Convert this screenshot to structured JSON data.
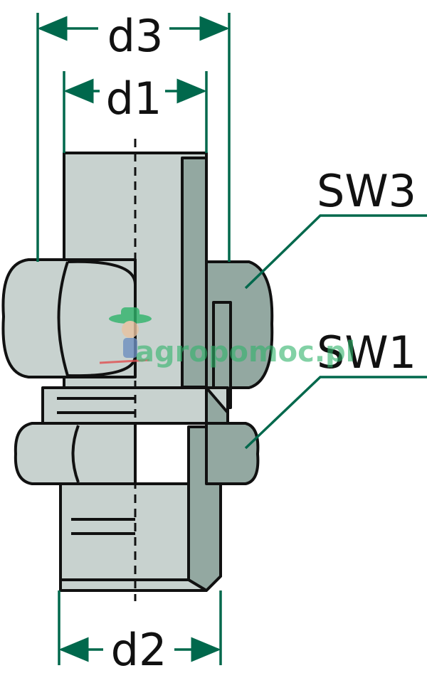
{
  "labels": {
    "d3": "d3",
    "d1": "d1",
    "d2": "d2",
    "sw3": "SW3",
    "sw1": "SW1"
  },
  "watermark": {
    "text": "agropomoc.pl"
  },
  "colors": {
    "dimension": "#00684c",
    "body_light": "#c8d2cf",
    "body_dark": "#93a8a1",
    "outline": "#111111"
  }
}
